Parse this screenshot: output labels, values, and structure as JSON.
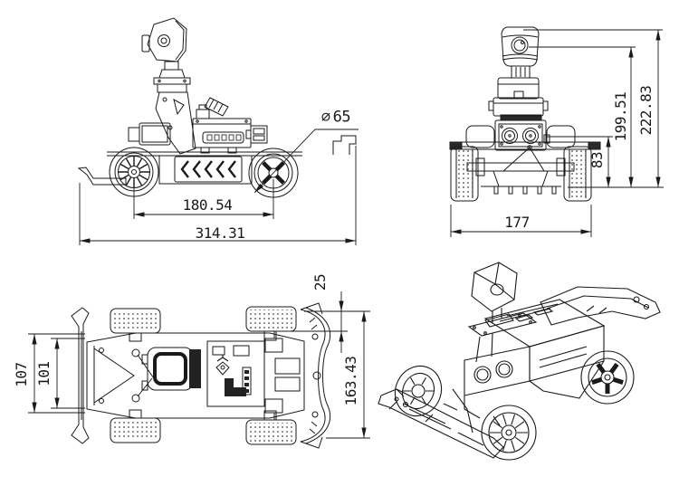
{
  "drawing": {
    "side_view": {
      "wheel_center_distance": "180.54",
      "overall_length": "314.31",
      "diameter_symbol": "⌀",
      "wheel_diameter": "65"
    },
    "front_view": {
      "track_width": "177",
      "deck_height": "83",
      "camera_lens_height": "199.51",
      "overall_height": "222.83"
    },
    "top_view": {
      "outer_width": "107",
      "inner_width": "101",
      "wheel_inset": "25",
      "platform_length": "163.43"
    }
  }
}
